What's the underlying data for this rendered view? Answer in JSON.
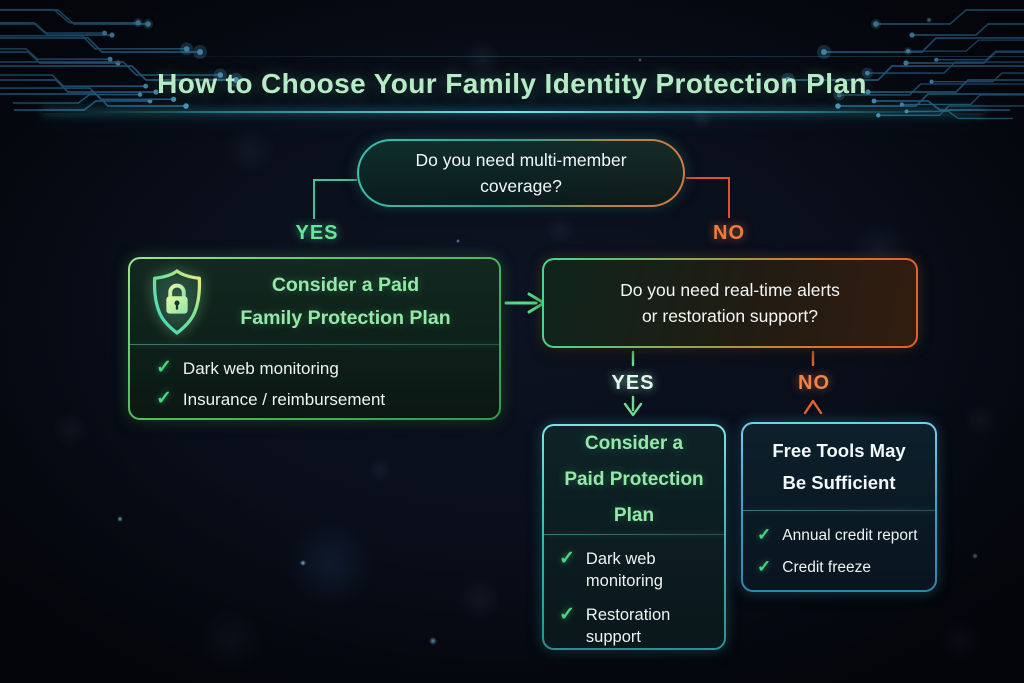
{
  "title": "How to Choose Your Family Identity Protection Plan",
  "flow": {
    "q1": {
      "lines": [
        "Do you need multi-member",
        "coverage?"
      ]
    },
    "yes1": "YES",
    "no1": "NO",
    "paid_family": {
      "title_lines": [
        "Consider a Paid",
        "Family Protection Plan"
      ],
      "items": [
        "Dark web monitoring",
        "Insurance / reimbursement"
      ]
    },
    "q2": {
      "lines": [
        "Do you need real-time alerts",
        "or restoration support?"
      ]
    },
    "yes2": "YES",
    "no2": "NO",
    "paid_plan": {
      "title_lines": [
        "Consider a",
        "Paid Protection",
        "Plan"
      ],
      "items": [
        "Dark web monitoring",
        "Restoration support"
      ]
    },
    "free_tools": {
      "title_lines": [
        "Free Tools May",
        "Be Sufficient"
      ],
      "items": [
        "Annual credit report",
        "Credit freeze"
      ]
    }
  },
  "icons": {
    "check": "✓",
    "shield_lock": "shield with padlock"
  },
  "colors": {
    "background": "#090e1a",
    "title_text": "#b7ebc8",
    "underline_glow": "#65eef0",
    "yes_green": "#66e79a",
    "no_orange": "#ee7c3e",
    "card_green_border": "#55c463",
    "card_teal_border": "#39b0b0",
    "card_blue_border": "#3b9cc2",
    "check_green": "#45da7d",
    "circuit_blue": "#2e76a4"
  }
}
